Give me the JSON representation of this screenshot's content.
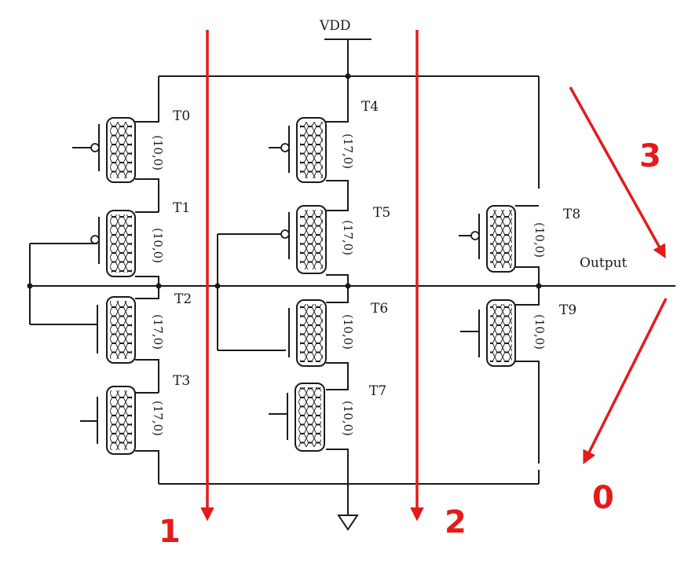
{
  "supply": {
    "vdd_label": "VDD"
  },
  "output": {
    "label": "Output"
  },
  "transistors": [
    {
      "id": "T0",
      "chirality": "(10,0)",
      "type": "p"
    },
    {
      "id": "T1",
      "chirality": "(10,0)",
      "type": "p"
    },
    {
      "id": "T2",
      "chirality": "(17,0)",
      "type": "n"
    },
    {
      "id": "T3",
      "chirality": "(17,0)",
      "type": "n"
    },
    {
      "id": "T4",
      "chirality": "(17,0)",
      "type": "p"
    },
    {
      "id": "T5",
      "chirality": "(17,0)",
      "type": "p"
    },
    {
      "id": "T6",
      "chirality": "(10,0)",
      "type": "n"
    },
    {
      "id": "T7",
      "chirality": "(10,0)",
      "type": "n"
    },
    {
      "id": "T8",
      "chirality": "(10,0)",
      "type": "p"
    },
    {
      "id": "T9",
      "chirality": "(10,0)",
      "type": "n"
    }
  ],
  "annotations": {
    "arrow_1": "1",
    "arrow_2": "2",
    "arrow_3": "3",
    "arrow_0": "0"
  },
  "colors": {
    "annotation": "#e31b1b",
    "wire": "#1a1a1a"
  }
}
